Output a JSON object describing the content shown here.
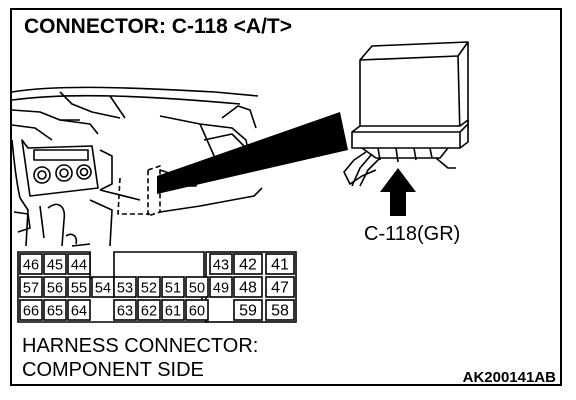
{
  "title": "CONNECTOR: C-118 <A/T>",
  "connector_label": "C-118(GR)",
  "harness_caption_line1": "HARNESS CONNECTOR:",
  "harness_caption_line2": "COMPONENT SIDE",
  "figure_code": "AK200141AB",
  "pins": {
    "row1_left": [
      "46",
      "45",
      "44"
    ],
    "row1_right": [
      "43",
      "42",
      "41"
    ],
    "row2": [
      "57",
      "56",
      "55",
      "54",
      "53",
      "52",
      "51",
      "50",
      "49",
      "48",
      "47"
    ],
    "row3_left": [
      "66",
      "65",
      "64"
    ],
    "row3_mid": [
      "63",
      "62",
      "61",
      "60"
    ],
    "row3_right": [
      "59",
      "58"
    ]
  }
}
